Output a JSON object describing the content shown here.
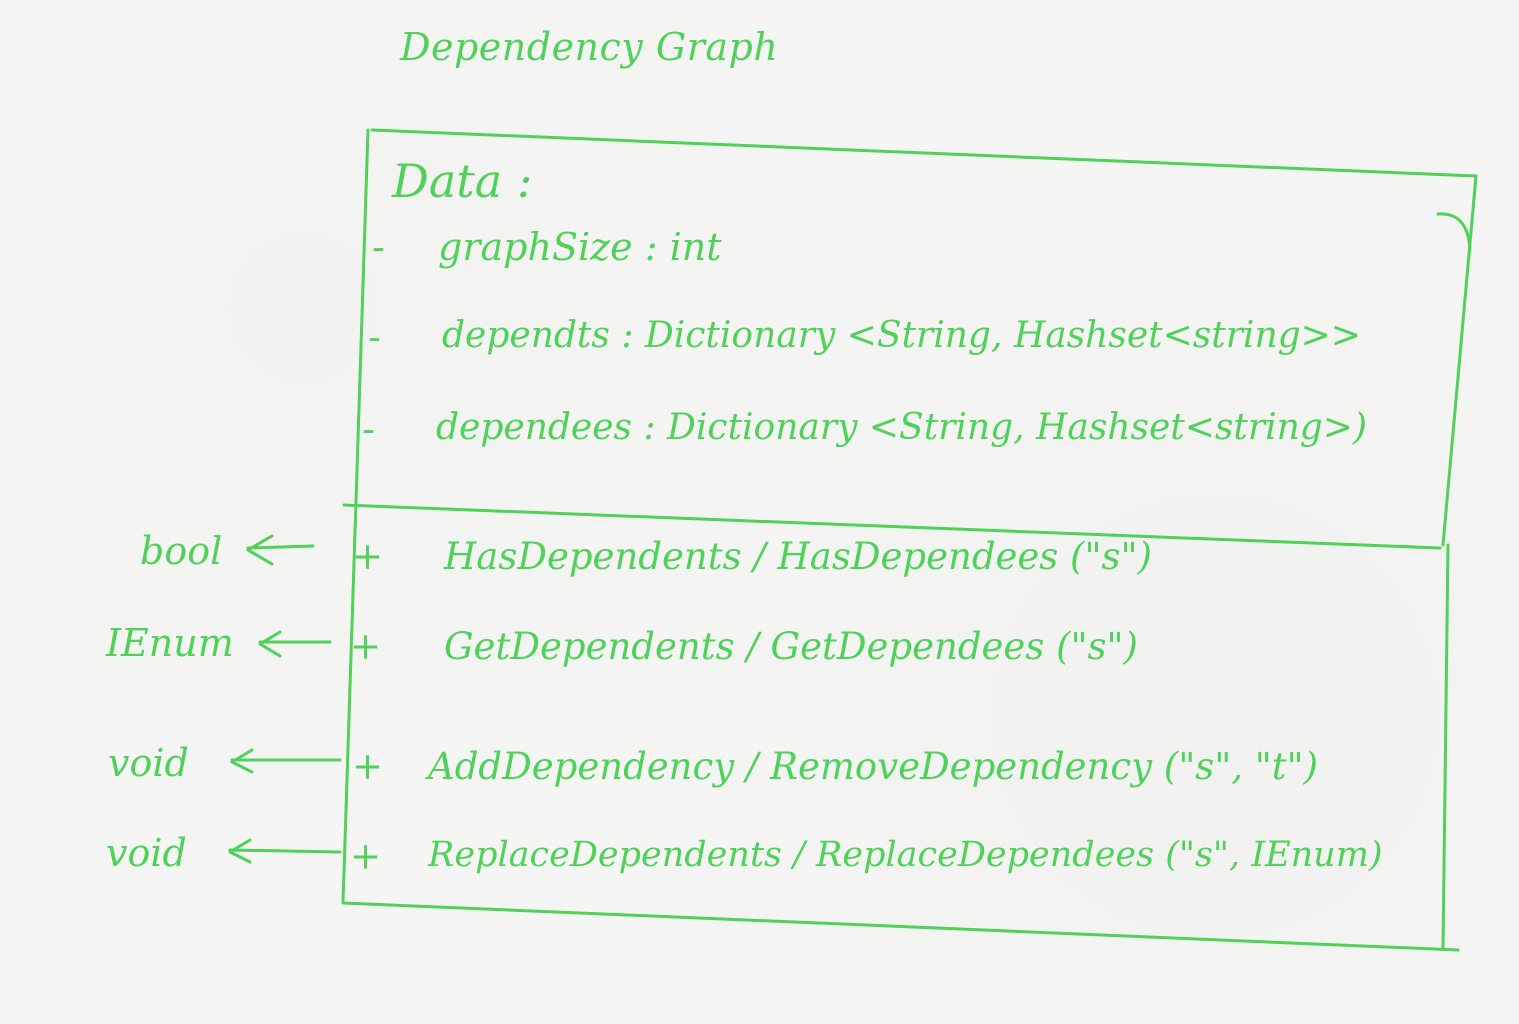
{
  "title": "Dependency Graph",
  "data_section": {
    "label": "Data :",
    "attributes": [
      {
        "visibility": "-",
        "text": "graphSize : int"
      },
      {
        "visibility": "-",
        "text": "dependts : Dictionary <String, Hashset<string>>"
      },
      {
        "visibility": "-",
        "text": "dependees : Dictionary <String, Hashset<string>)"
      }
    ]
  },
  "methods": [
    {
      "visibility": "+",
      "returns": "bool",
      "text": "HasDependents / HasDependees (\"s\")"
    },
    {
      "visibility": "+",
      "returns": "IEnum",
      "text": "GetDependents / GetDependees (\"s\")"
    },
    {
      "visibility": "+",
      "returns": "void",
      "text": "AddDependency / RemoveDependency (\"s\", \"t\")"
    },
    {
      "visibility": "+",
      "returns": "void",
      "text": "ReplaceDependents / ReplaceDependees (\"s\", IEnum)"
    }
  ],
  "ink_color": "#4fd15a"
}
